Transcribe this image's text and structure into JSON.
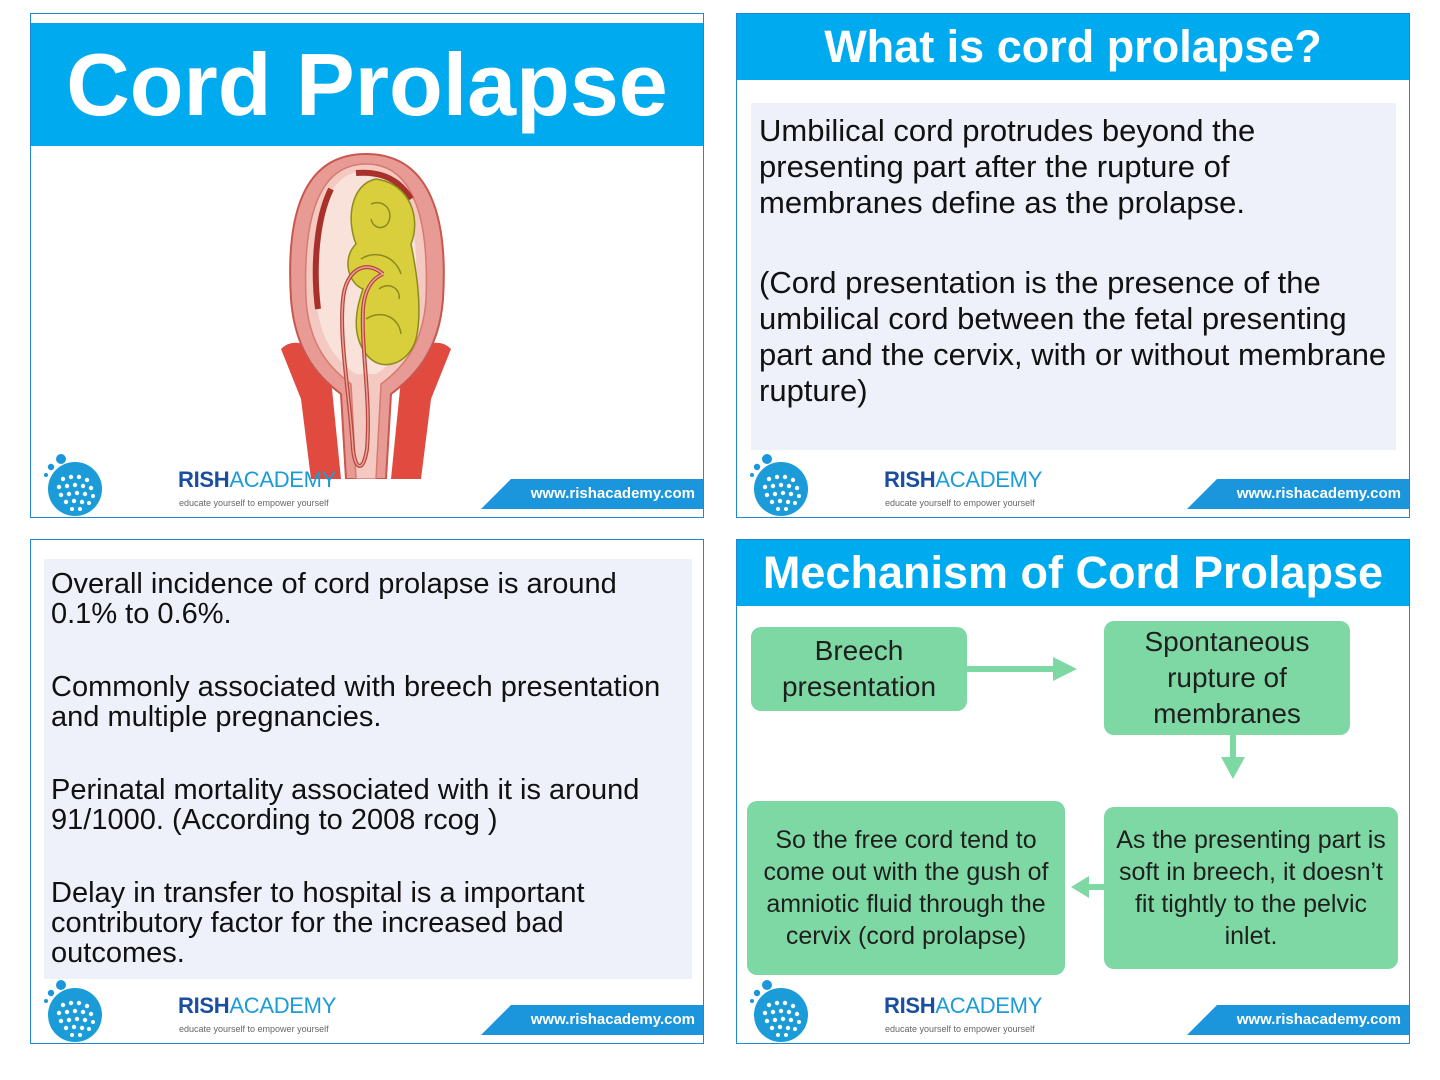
{
  "colors": {
    "banner": "#00aaee",
    "flow_box": "#7ed8a3",
    "arrow": "#7ed8a3",
    "text_panel": "#eef0fa",
    "brand_dark": "#1a4ea0",
    "brand_light": "#1b9cd8"
  },
  "footer": {
    "brand_bold": "RISH",
    "brand_light": "ACADEMY",
    "tagline": "educate yourself to empower yourself",
    "url": "www.rishacademy.com"
  },
  "slide1": {
    "title": "Cord Prolapse",
    "illustration": "uterus-fetus-cord-prolapse-illustration"
  },
  "slide2": {
    "title": "What is cord prolapse?",
    "paragraphs": [
      "Umbilical cord protrudes beyond the presenting part after the rupture of membranes define as the  prolapse.",
      "(Cord  presentation is the presence of the umbilical cord between the fetal presenting part  and the cervix,  with or without membrane rupture)"
    ]
  },
  "slide3": {
    "paragraphs": [
      "Overall incidence of cord prolapse is around 0.1% to 0.6%.",
      "Commonly associated with breech presentation and multiple pregnancies.",
      "Perinatal mortality associated with it is around 91/1000. (According to 2008 rcog )",
      "Delay in transfer to hospital is a important contributory factor for the  increased bad outcomes."
    ]
  },
  "slide4": {
    "title": "Mechanism of Cord Prolapse",
    "steps": [
      "Breech presentation",
      "Spontaneous rupture of membranes",
      "As the presenting part is soft in breech, it doesn’t fit tightly to the pelvic inlet.",
      "So the free cord tend to come out with the gush of amniotic fluid through the cervix (cord prolapse)"
    ]
  }
}
